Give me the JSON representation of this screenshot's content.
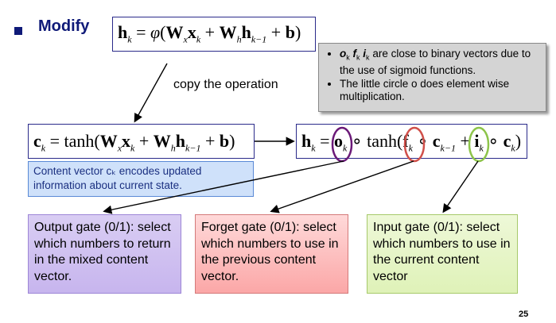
{
  "heading": "Modify",
  "copy_label": "copy the operation",
  "notes": [
    "are close to binary vectors due to the use of sigmoid functions.",
    "The little circle o does element wise multiplication."
  ],
  "content_note": "Content vector cₖ encodes updated information about current state.",
  "gates": {
    "output": "Output gate (0/1): select which numbers to return in the mixed content vector.",
    "forget": "Forget gate (0/1): select which numbers to use in the previous content vector.",
    "input": "Input gate (0/1): select which numbers to use in the current content vector"
  },
  "page_number": "25",
  "colors": {
    "heading": "#0f1a78",
    "circle_o": "#6b1a78",
    "circle_f": "#d0504a",
    "circle_i": "#8dc44a"
  }
}
